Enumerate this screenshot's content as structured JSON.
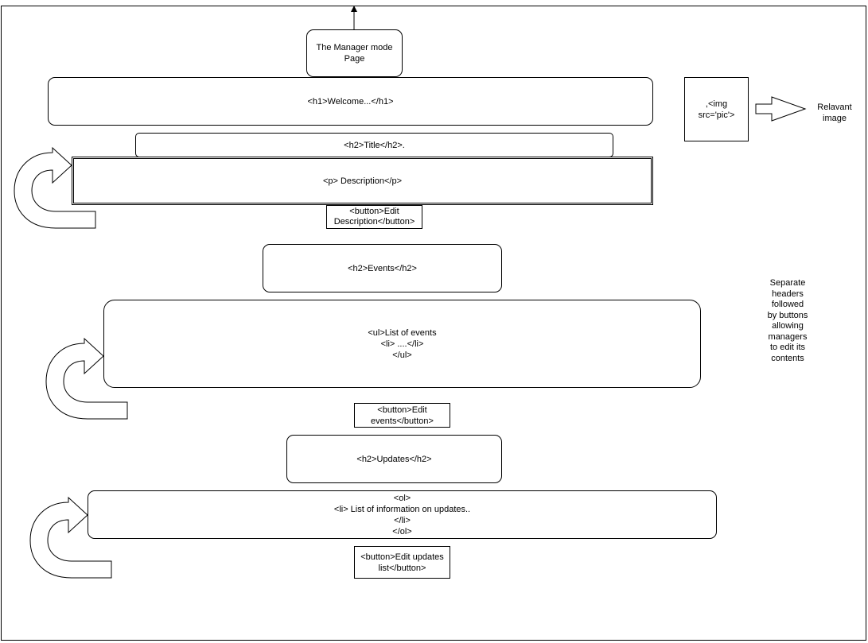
{
  "diagram": {
    "page_box": "The Manager mode\nPage",
    "h1_box": "<h1>Welcome...</h1>",
    "image_box": ",<img\nsrc='pic'>",
    "image_label": "Relavant\nimage",
    "h2_title_box": "<h2>Title</h2>.",
    "p_box": "<p> Description</p>",
    "edit_description_button": "<button>Edit\nDescription</button>",
    "h2_events_box": "<h2>Events</h2>",
    "ul_box": "<ul>List of events\n<li> ....</li>\n</ul>",
    "edit_events_button": "<button>Edit\nevents</button>",
    "h2_updates_box": "<h2>Updates</h2>",
    "ol_box": "<ol>\n<li> List of information on updates..\n</li>\n</ol>",
    "edit_updates_button": "<button>Edit updates\nlist</button>",
    "side_note": "Separate\nheaders\nfollowed\nby buttons\nallowing\nmanagers\nto edit its\ncontents"
  }
}
